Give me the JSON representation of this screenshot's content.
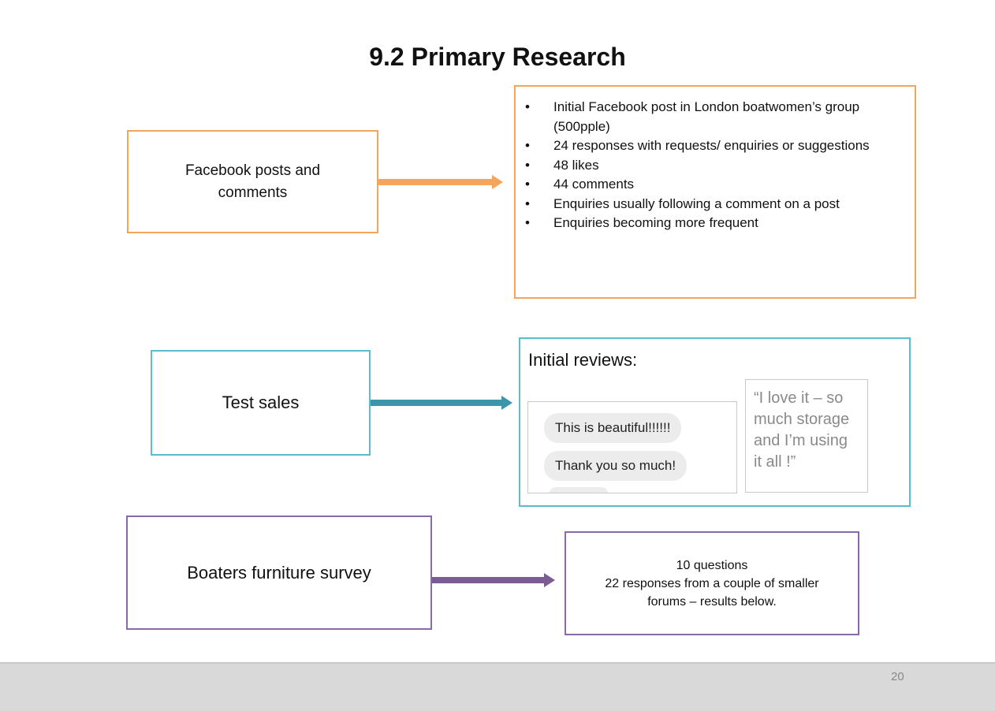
{
  "slide": {
    "title": "9.2 Primary Research",
    "page_number": "20"
  },
  "rows": {
    "facebook": {
      "label": "Facebook posts and comments",
      "color": "#f5a55a",
      "bullets": [
        "Initial Facebook post in London boatwomen’s group (500pple)",
        "24 responses with requests/ enquiries  or suggestions",
        "48 likes",
        "44 comments",
        "Enquiries usually following a comment on a post",
        "Enquiries becoming more frequent"
      ]
    },
    "test_sales": {
      "label": "Test sales",
      "color": "#5bbccc",
      "reviews_heading": "Initial reviews:",
      "messages": [
        "This is beautiful!!!!!!",
        "Thank you so much!"
      ],
      "quote": "“I love it – so much storage and I’m using it all !”"
    },
    "survey": {
      "label": "Boaters furniture survey",
      "color": "#8a6aa8",
      "details": [
        "10 questions",
        "22 responses from a couple of smaller forums – results below."
      ]
    }
  },
  "icons": {
    "bullet": "•"
  }
}
